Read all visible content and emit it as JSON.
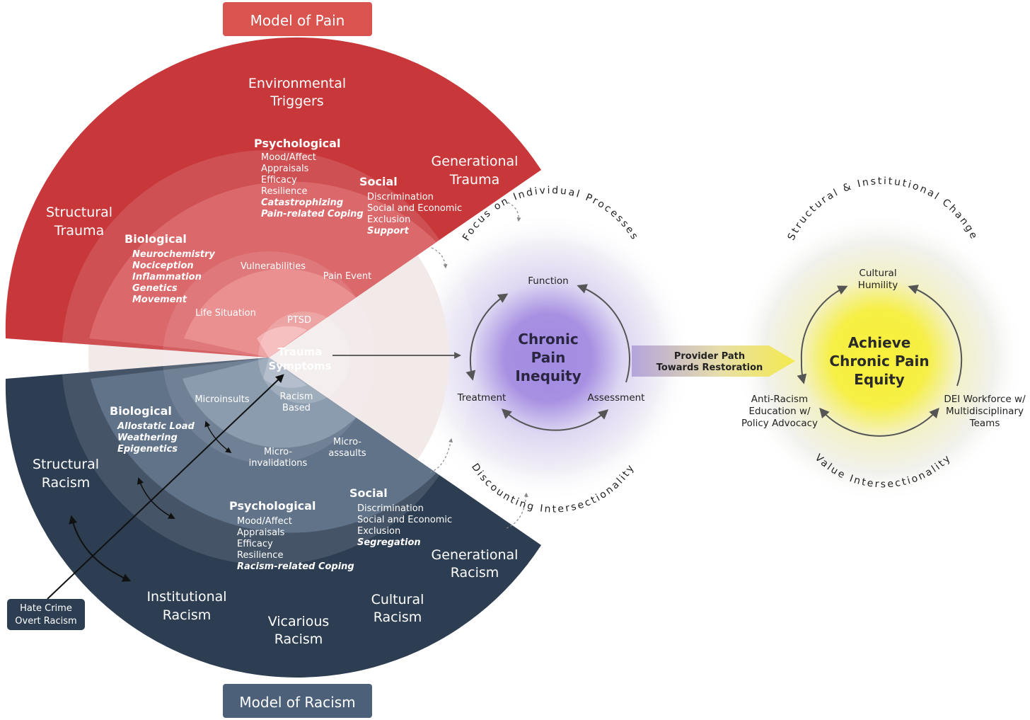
{
  "model_pain": {
    "title": "Model of Pain",
    "outer_labels": {
      "environmental_triggers": [
        "Environmental",
        "Triggers"
      ],
      "structural_trauma": [
        "Structural",
        "Trauma"
      ],
      "generational_trauma": [
        "Generational",
        "Trauma"
      ]
    },
    "psychological": {
      "heading": "Psychological",
      "items": [
        "Mood/Affect",
        "Appraisals",
        "Efficacy",
        "Resilience"
      ],
      "emphasis": [
        "Catastrophizing",
        "Pain-related Coping"
      ]
    },
    "social": {
      "heading": "Social",
      "items": [
        "Discrimination",
        "Social and Economic",
        "Exclusion"
      ],
      "emphasis": [
        "Support"
      ]
    },
    "biological": {
      "heading": "Biological",
      "emphasis": [
        "Neurochemistry",
        "Nociception",
        "Inflammation",
        "Genetics",
        "Movement"
      ]
    },
    "inner": {
      "vulnerabilities": "Vulnerabilities",
      "pain_event": "Pain Event",
      "life_situation": "Life Situation",
      "ptsd": "PTSD"
    }
  },
  "center": {
    "trauma_symptoms": [
      "Trauma",
      "Symptoms"
    ],
    "racism_based": [
      "Racism",
      "Based"
    ]
  },
  "model_racism": {
    "title": "Model of Racism",
    "outer_labels": {
      "structural_racism": [
        "Structural",
        "Racism"
      ],
      "generational_racism": [
        "Generational",
        "Racism"
      ],
      "institutional_racism": [
        "Institutional",
        "Racism"
      ],
      "vicarious_racism": [
        "Vicarious",
        "Racism"
      ],
      "cultural_racism": [
        "Cultural",
        "Racism"
      ]
    },
    "biological": {
      "heading": "Biological",
      "emphasis": [
        "Allostatic Load",
        "Weathering",
        "Epigenetics"
      ]
    },
    "psychological": {
      "heading": "Psychological",
      "items": [
        "Mood/Affect",
        "Appraisals",
        "Efficacy",
        "Resilience"
      ],
      "emphasis": [
        "Racism-related Coping"
      ]
    },
    "social": {
      "heading": "Social",
      "items": [
        "Discrimination",
        "Social and Economic",
        "Exclusion"
      ],
      "emphasis": [
        "Segregation"
      ]
    },
    "inner": {
      "microinsults": "Microinsults",
      "microinvalidations": [
        "Micro-",
        "invalidations"
      ],
      "microassaults": [
        "Micro-",
        "assaults"
      ]
    },
    "hate_crime": [
      "Hate Crime",
      "Overt Racism"
    ]
  },
  "inequity": {
    "title": [
      "Chronic",
      "Pain",
      "Inequity"
    ],
    "function": "Function",
    "treatment": "Treatment",
    "assessment": "Assessment",
    "top_arc": "Focus on Individual Processes",
    "bottom_arc": "Discounting Intersectionality"
  },
  "provider_path": [
    "Provider Path",
    "Towards Restoration"
  ],
  "equity": {
    "title": [
      "Achieve",
      "Chronic Pain",
      "Equity"
    ],
    "cultural_humility": [
      "Cultural",
      "Humility"
    ],
    "anti_racism": [
      "Anti-Racism",
      "Education w/",
      "Policy Advocacy"
    ],
    "dei": [
      "DEI Workforce w/",
      "Multidisciplinary",
      "Teams"
    ],
    "top_arc": "Structural & Institutional Change",
    "bottom_arc": "Value Intersectionality"
  },
  "colors": {
    "pain_outer": "#c8383b",
    "pain_mid": "#d75557",
    "pain_inner": "#e57374",
    "racism_outer": "#2d3d52",
    "racism_mid": "#4c6079",
    "racism_inner": "#6e829a",
    "inequity_core": "#a08de0",
    "equity_core": "#f5ee3c"
  }
}
